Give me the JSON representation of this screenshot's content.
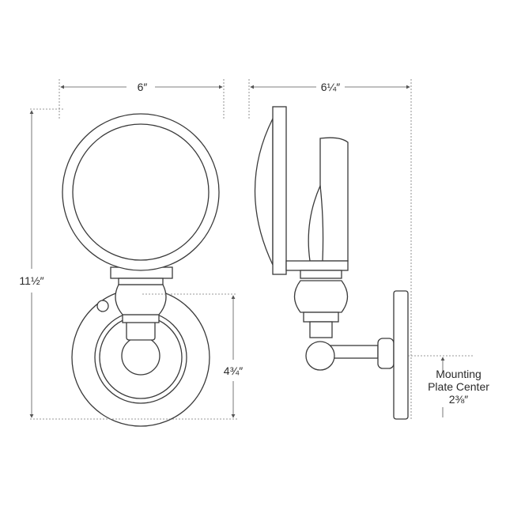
{
  "dimensions": {
    "front_width": "6″",
    "side_depth": "6¼″",
    "overall_height": "11½″",
    "lower_height": "4¾″",
    "mounting_line1": "Mounting",
    "mounting_line2": "Plate Center",
    "mounting_value": "2⅜″"
  },
  "colors": {
    "line": "#3a3a3a",
    "background": "#ffffff"
  }
}
